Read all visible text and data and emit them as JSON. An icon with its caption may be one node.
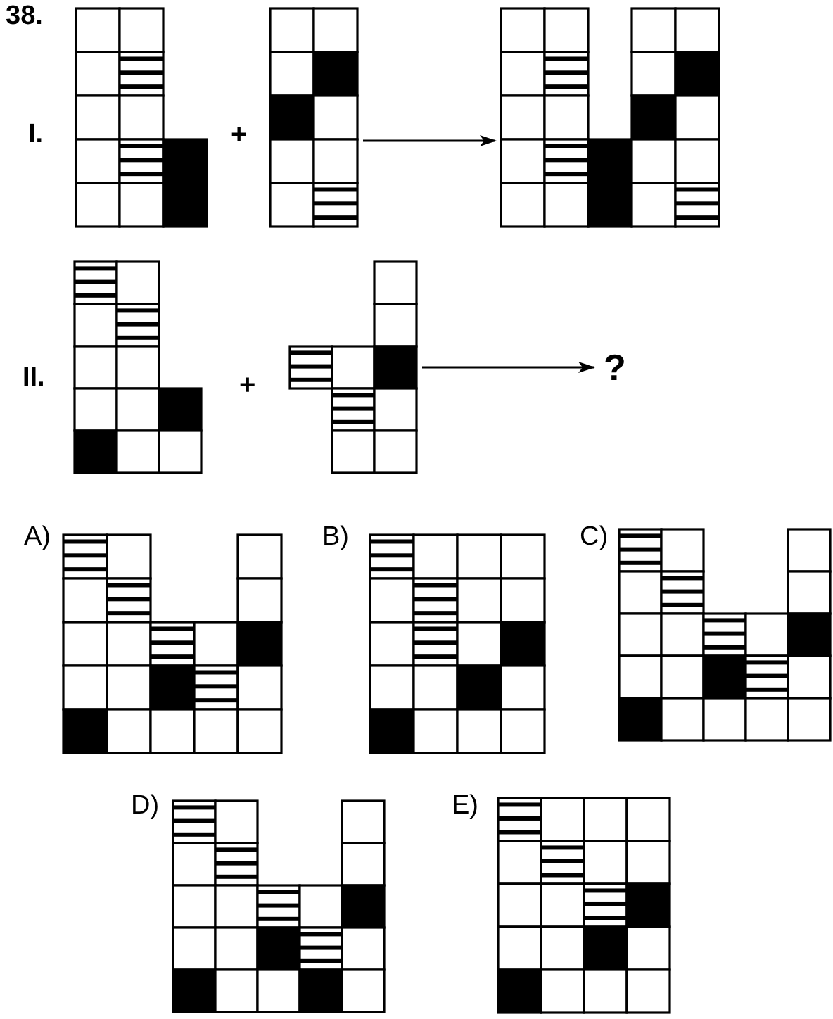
{
  "diagram": {
    "nodes": [
      {
        "text": [],
        "shape": "grid"
      },
      {
        "text": [],
        "shape": "grid"
      },
      {
        "text": [],
        "shape": "grid"
      },
      {
        "text": [],
        "shape": "grid"
      },
      {
        "text": [],
        "shape": "grid"
      },
      {
        "text": [
          "?"
        ]
      },
      {
        "text": [],
        "shape": "grid"
      },
      {
        "text": [],
        "shape": "grid"
      },
      {
        "text": [],
        "shape": "grid"
      },
      {
        "text": [],
        "shape": "grid"
      },
      {
        "text": [],
        "shape": "grid"
      }
    ],
    "edges": [
      {
        "from": 1,
        "to": 2,
        "arrow": "to"
      },
      {
        "from": 4,
        "to": 5,
        "arrow": "to"
      }
    ],
    "labels": [
      "38.",
      "I.",
      "+",
      "II.",
      "+",
      "A)",
      "B)",
      "C)",
      "D)",
      "E)"
    ]
  }
}
